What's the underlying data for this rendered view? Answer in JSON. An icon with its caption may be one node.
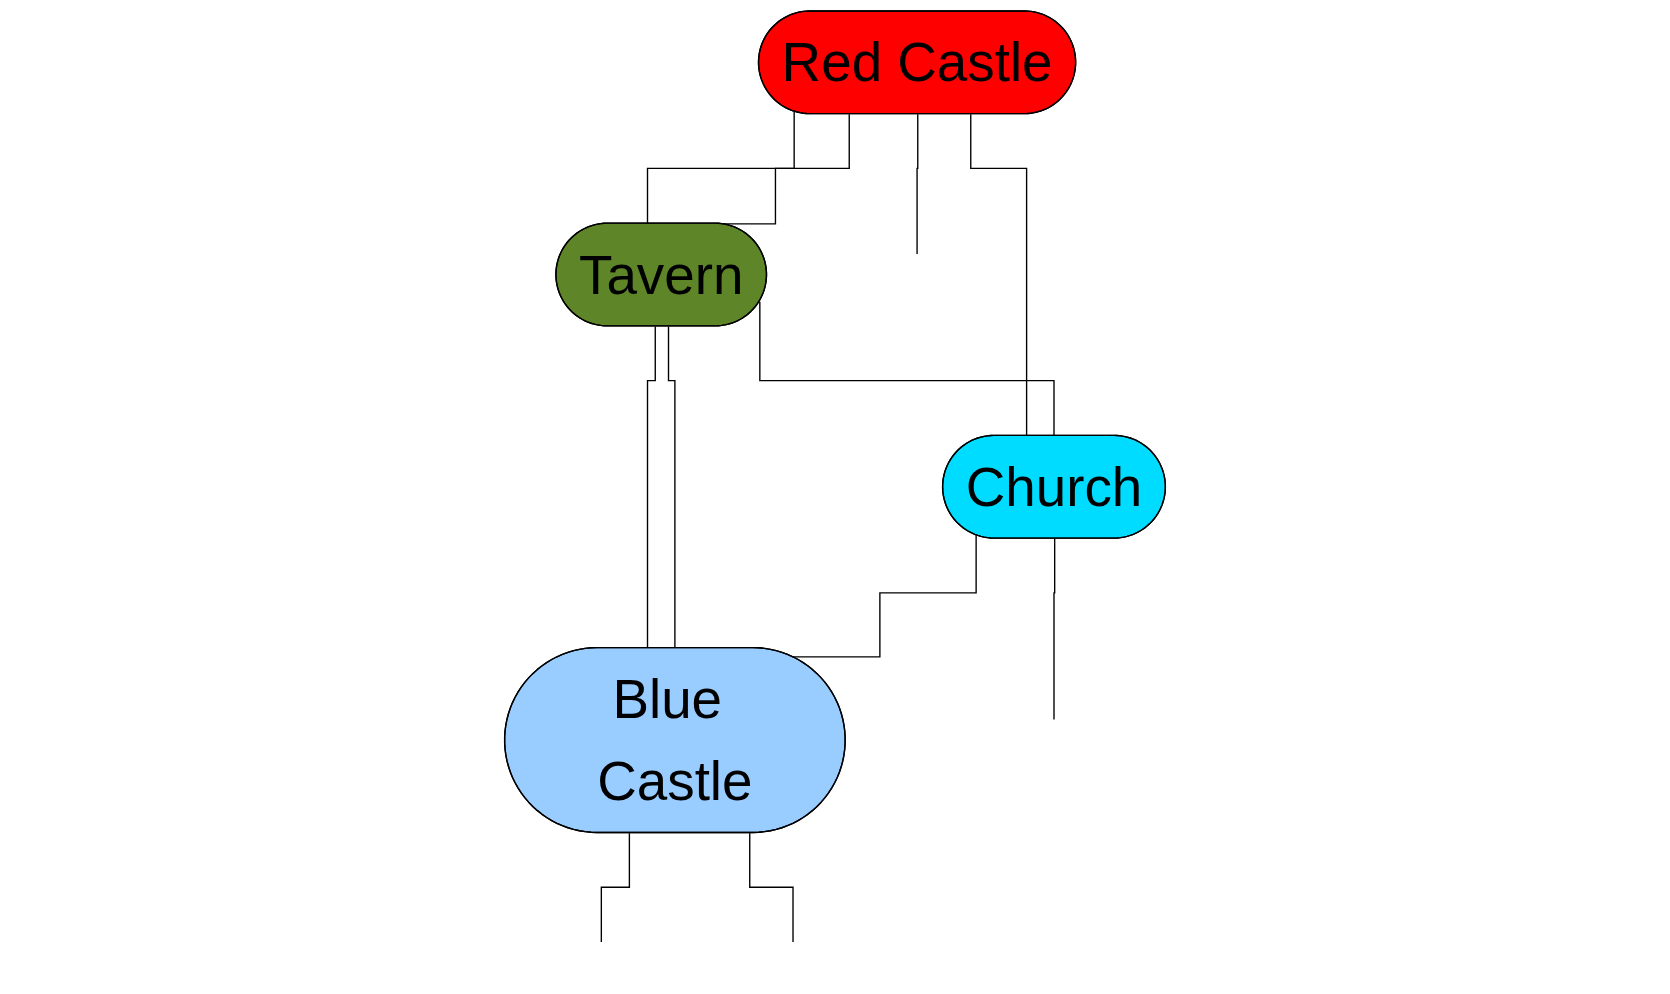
{
  "diagram": {
    "nodes": [
      {
        "text": [
          "Red Castle"
        ]
      },
      {
        "text": [
          "Tavern"
        ]
      },
      {
        "text": [
          "Church"
        ]
      },
      {
        "text": [
          "Blue Castle"
        ]
      }
    ],
    "edges": [
      {
        "from": 0,
        "to": 1,
        "arrow": "none"
      },
      {
        "from": 0,
        "to": 1,
        "arrow": "none"
      },
      {
        "from": 0,
        "to": 2,
        "arrow": "none"
      },
      {
        "from": 1,
        "to": 2,
        "arrow": "none"
      },
      {
        "from": 1,
        "to": 3,
        "arrow": "none"
      },
      {
        "from": 1,
        "to": 3,
        "arrow": "none"
      },
      {
        "from": 2,
        "to": 3,
        "arrow": "none"
      },
      {
        "from": 2,
        "to": null,
        "arrow": "none"
      },
      {
        "from": 3,
        "to": null,
        "arrow": "none"
      },
      {
        "from": 3,
        "to": null,
        "arrow": "none"
      },
      {
        "from": 0,
        "to": null,
        "arrow": "none"
      }
    ]
  }
}
